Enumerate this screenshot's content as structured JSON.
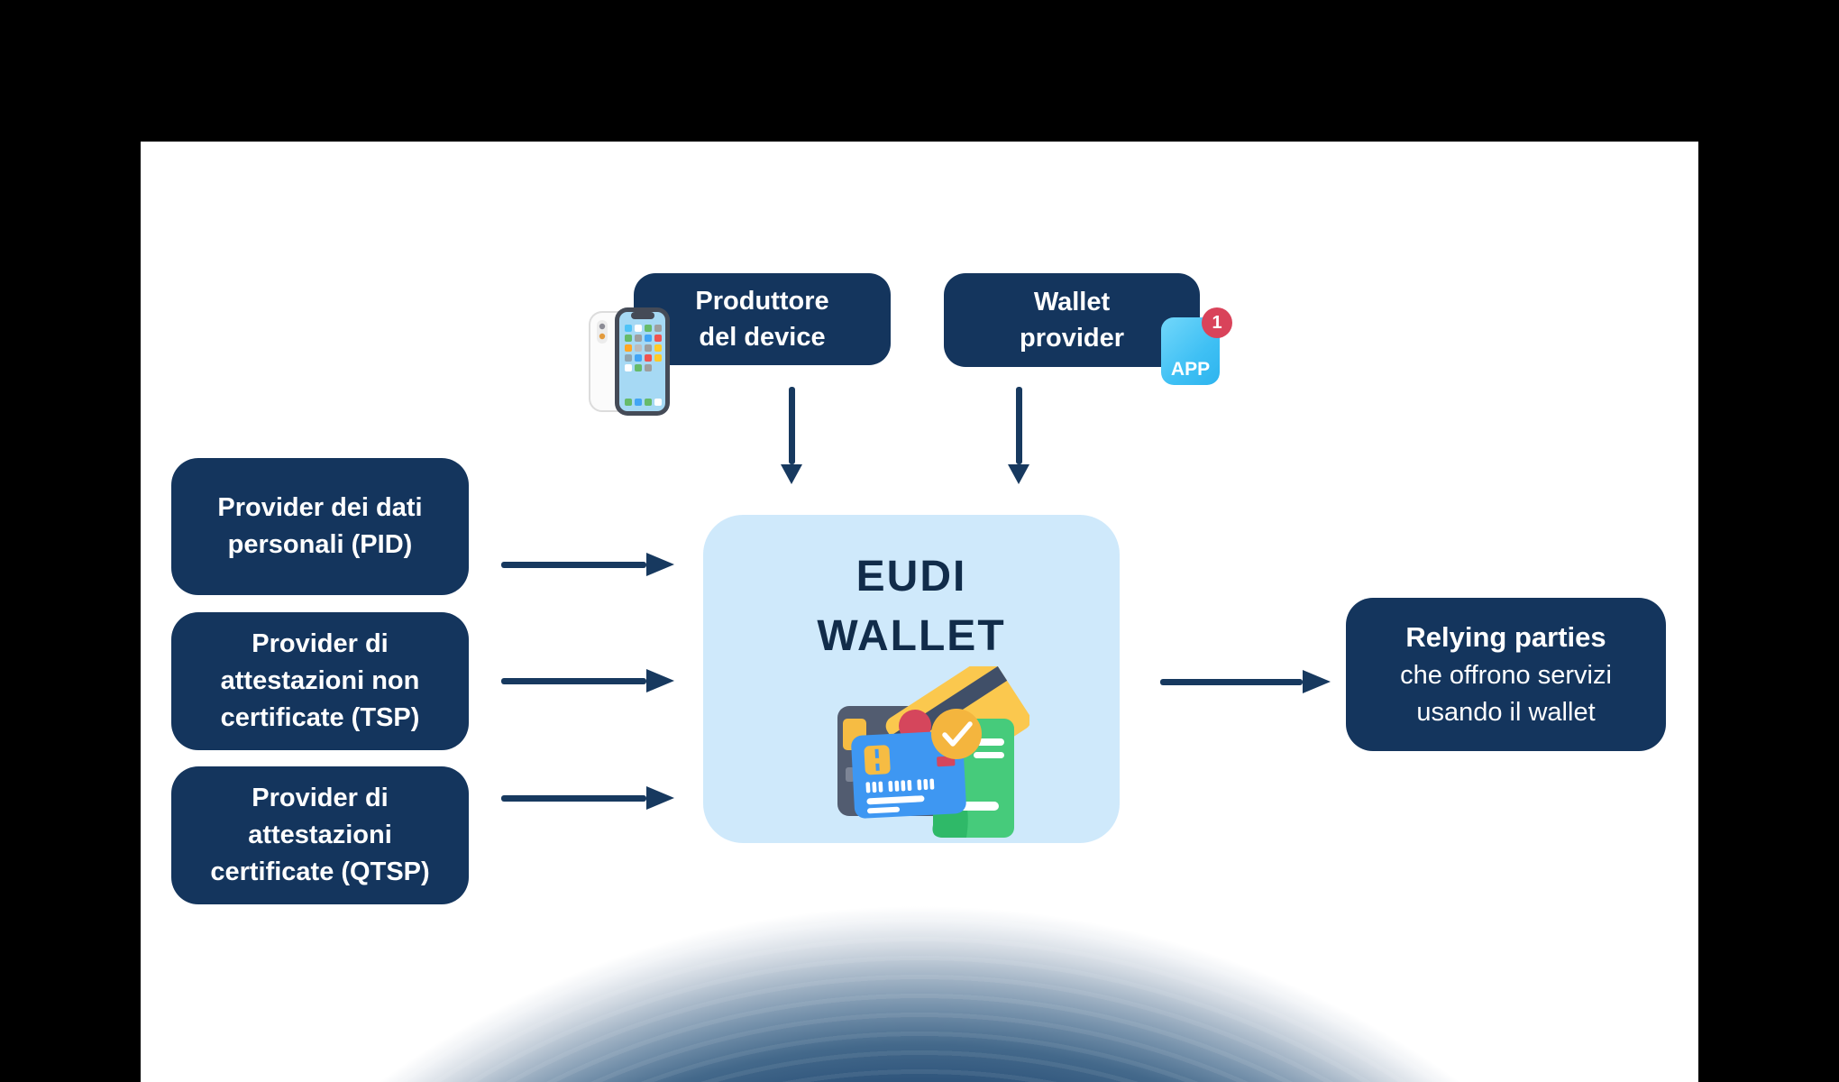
{
  "diagram": {
    "top_boxes": {
      "device_producer_label": "Produttore\ndel device",
      "wallet_provider_label": "Wallet\nprovider"
    },
    "app_icon": {
      "label": "APP",
      "badge_count": "1"
    },
    "center_box": {
      "title": "EUDI\nWALLET"
    },
    "left_boxes": [
      {
        "label": "Provider dei dati\npersonali (PID)"
      },
      {
        "label": "Provider di\nattestazioni non\ncertificate (TSP)"
      },
      {
        "label": "Provider di\nattestazioni\ncertificate (QTSP)"
      }
    ],
    "right_box": {
      "title": "Relying parties",
      "subtitle": "che offrono servizi\nusando il wallet"
    },
    "icons": {
      "smartphone": "smartphone-icon",
      "wallet_app": "app-store-icon",
      "cards": "credit-cards-icon",
      "arrows": "flow-arrow-icon"
    },
    "colors": {
      "page_background": "#000000",
      "slide_background": "#ffffff",
      "box_navy": "#14355d",
      "arrow_navy": "#17395f",
      "center_light_blue": "#cfe9fb",
      "center_title_navy": "#112c4a",
      "app_icon_blue": "#3fc0f4",
      "badge_red": "#d9435a",
      "bottom_glow_blue": "#2a5078"
    }
  }
}
